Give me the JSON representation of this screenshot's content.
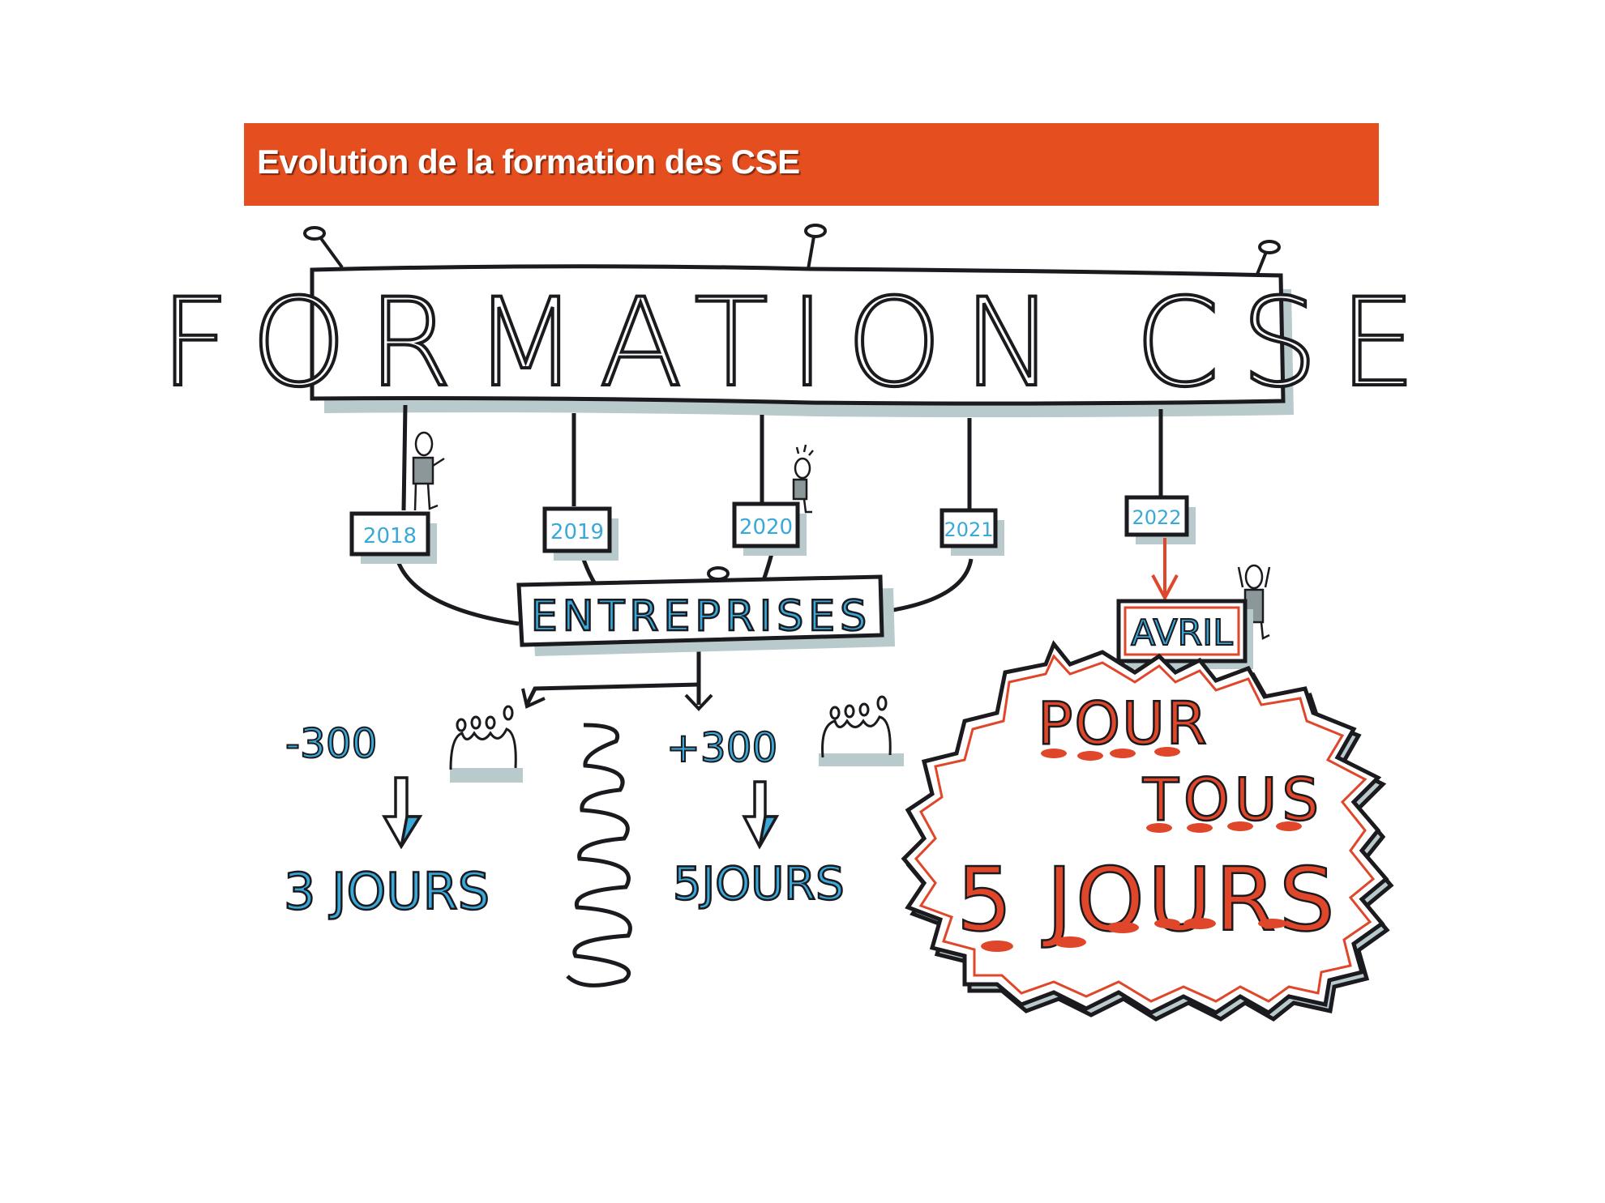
{
  "header": {
    "title": "Evolution de la formation des CSE",
    "background_color": "#e54e1e"
  },
  "diagram": {
    "main_banner": "FORMATION CSE",
    "years": [
      "2018",
      "2019",
      "2020",
      "2021",
      "2022"
    ],
    "center_box": "ENTREPRISES",
    "highlight_box": "AVRIL",
    "branches": [
      {
        "count": "-300",
        "icon": "people-group-icon",
        "result": "3 JOURS"
      },
      {
        "count": "+300",
        "icon": "people-group-icon",
        "result": "5JOURS"
      }
    ],
    "burst": {
      "line1": "POUR",
      "line2": "TOUS",
      "line3": "5 JOURS"
    },
    "colors": {
      "ink": "#1a1a1f",
      "blue": "#3aa8d8",
      "red": "#e0462a",
      "shadow": "#b9cacd"
    }
  }
}
